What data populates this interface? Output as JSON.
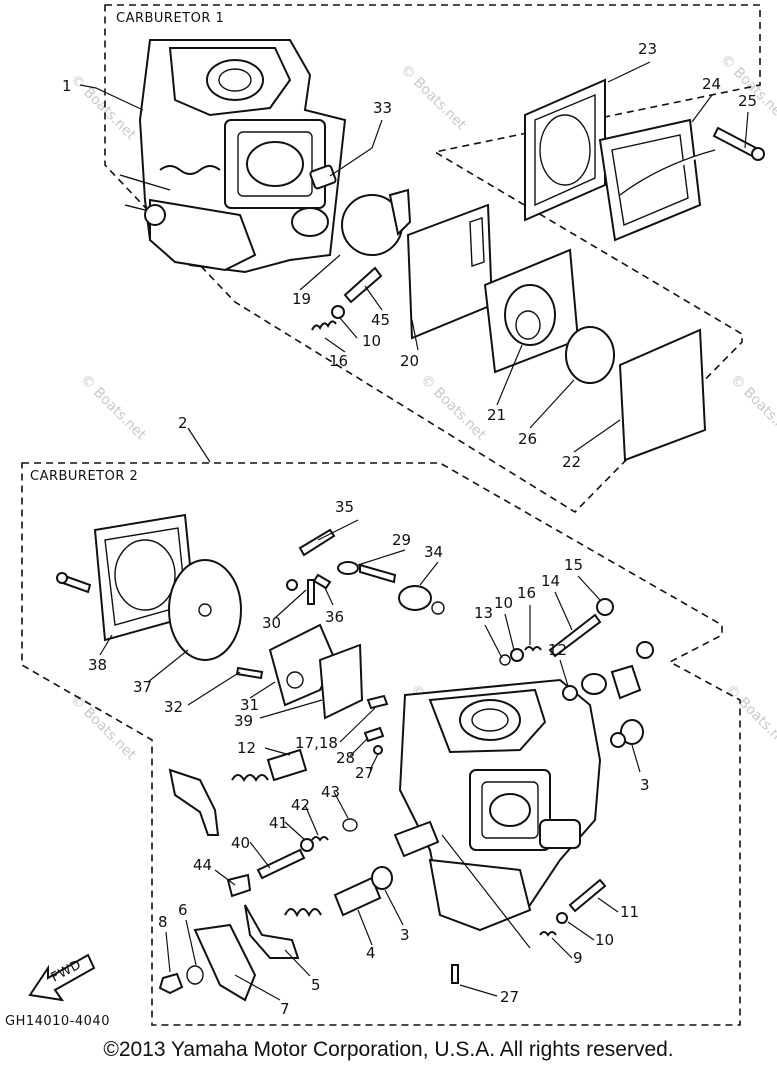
{
  "boxes": {
    "carb1_title": "CARBURETOR 1",
    "carb2_title": "CARBURETOR 2"
  },
  "code": "GH14010-4040",
  "fwd": "FWD",
  "watermark": "© Boats.net",
  "copyright": "©2013 Yamaha Motor Corporation, U.S.A. All rights reserved.",
  "callouts": [
    {
      "id": "c1",
      "text": "1"
    },
    {
      "id": "c2",
      "text": "2"
    },
    {
      "id": "c3a",
      "text": "3"
    },
    {
      "id": "c3b",
      "text": "3"
    },
    {
      "id": "c4",
      "text": "4"
    },
    {
      "id": "c5",
      "text": "5"
    },
    {
      "id": "c6",
      "text": "6"
    },
    {
      "id": "c7",
      "text": "7"
    },
    {
      "id": "c8",
      "text": "8"
    },
    {
      "id": "c9",
      "text": "9"
    },
    {
      "id": "c10a",
      "text": "10"
    },
    {
      "id": "c10b",
      "text": "10"
    },
    {
      "id": "c10c",
      "text": "10"
    },
    {
      "id": "c11",
      "text": "11"
    },
    {
      "id": "c12a",
      "text": "12"
    },
    {
      "id": "c12b",
      "text": "12"
    },
    {
      "id": "c13",
      "text": "13"
    },
    {
      "id": "c14",
      "text": "14"
    },
    {
      "id": "c15",
      "text": "15"
    },
    {
      "id": "c16a",
      "text": "16"
    },
    {
      "id": "c16b",
      "text": "16"
    },
    {
      "id": "c1718",
      "text": "17,18"
    },
    {
      "id": "c19",
      "text": "19"
    },
    {
      "id": "c20",
      "text": "20"
    },
    {
      "id": "c21",
      "text": "21"
    },
    {
      "id": "c22",
      "text": "22"
    },
    {
      "id": "c23",
      "text": "23"
    },
    {
      "id": "c24",
      "text": "24"
    },
    {
      "id": "c25",
      "text": "25"
    },
    {
      "id": "c26",
      "text": "26"
    },
    {
      "id": "c27a",
      "text": "27"
    },
    {
      "id": "c27b",
      "text": "27"
    },
    {
      "id": "c28",
      "text": "28"
    },
    {
      "id": "c29",
      "text": "29"
    },
    {
      "id": "c30",
      "text": "30"
    },
    {
      "id": "c31",
      "text": "31"
    },
    {
      "id": "c32",
      "text": "32"
    },
    {
      "id": "c33",
      "text": "33"
    },
    {
      "id": "c34",
      "text": "34"
    },
    {
      "id": "c35",
      "text": "35"
    },
    {
      "id": "c36",
      "text": "36"
    },
    {
      "id": "c37",
      "text": "37"
    },
    {
      "id": "c38",
      "text": "38"
    },
    {
      "id": "c39",
      "text": "39"
    },
    {
      "id": "c40",
      "text": "40"
    },
    {
      "id": "c41",
      "text": "41"
    },
    {
      "id": "c42",
      "text": "42"
    },
    {
      "id": "c43",
      "text": "43"
    },
    {
      "id": "c44",
      "text": "44"
    },
    {
      "id": "c45",
      "text": "45"
    }
  ]
}
